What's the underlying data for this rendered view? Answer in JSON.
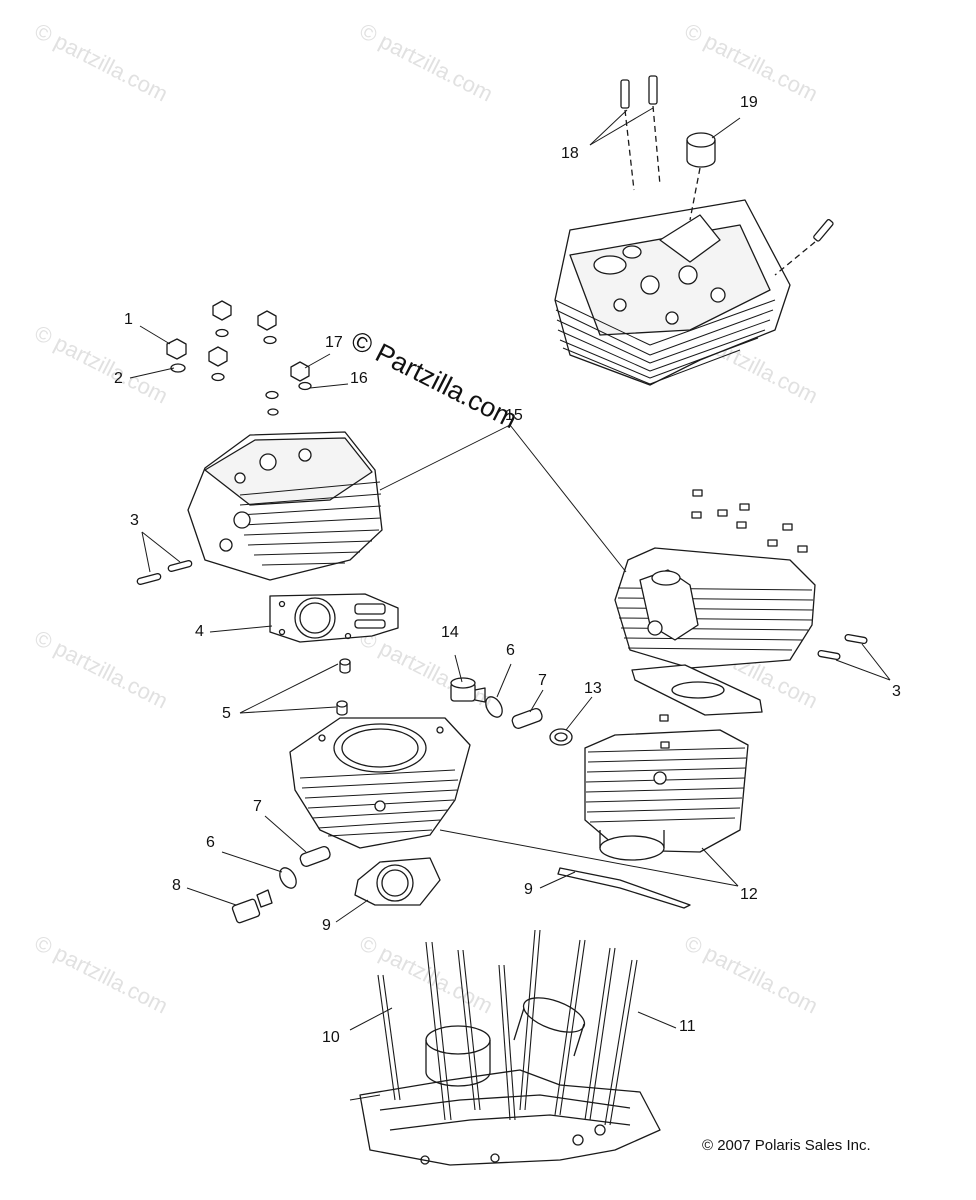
{
  "watermark": "© partzilla.com",
  "center_watermark": "© Partzilla.com",
  "copyright": "© 2007 Polaris Sales Inc.",
  "callouts": {
    "c1": "1",
    "c2": "2",
    "c3a": "3",
    "c3b": "3",
    "c4": "4",
    "c5": "5",
    "c6a": "6",
    "c6b": "6",
    "c7a": "7",
    "c7b": "7",
    "c8": "8",
    "c9a": "9",
    "c9b": "9",
    "c10": "10",
    "c11": "11",
    "c12": "12",
    "c13": "13",
    "c14": "14",
    "c15": "15",
    "c16": "16",
    "c17": "17",
    "c18": "18",
    "c19": "19"
  },
  "part_names": [
    "cylinder-head-rear",
    "cylinder-head-front",
    "cylinder-front",
    "cylinder-rear",
    "head-gasket",
    "base-gasket",
    "pushrods",
    "pistons",
    "crankcase"
  ]
}
